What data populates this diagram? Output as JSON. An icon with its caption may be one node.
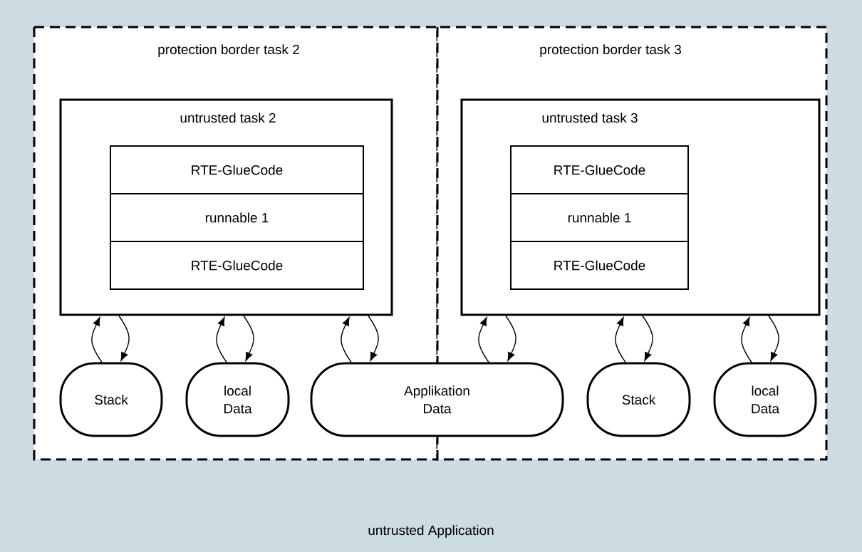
{
  "diagram": {
    "nodes": [
      {
        "text": [
          "untrusted Application"
        ]
      },
      {
        "text": [
          "protection border task 2"
        ],
        "in": 0
      },
      {
        "text": [
          "untrusted task 2"
        ],
        "in": 1
      },
      {
        "text": [
          "RTE-GlueCode"
        ],
        "in": 2
      },
      {
        "text": [
          "runnable 1"
        ],
        "in": 2
      },
      {
        "text": [
          "RTE-GlueCode"
        ],
        "in": 2
      },
      {
        "text": [
          "Stack"
        ],
        "in": 1
      },
      {
        "text": [
          "local Data"
        ],
        "in": 1
      },
      {
        "text": [
          "Applikation Data"
        ],
        "in": 0
      },
      {
        "text": [
          "protection border task 3"
        ],
        "in": 0
      },
      {
        "text": [
          "untrusted task 3"
        ],
        "in": 9
      },
      {
        "text": [
          "RTE-GlueCode"
        ],
        "in": 10
      },
      {
        "text": [
          "runnable 1"
        ],
        "in": 10
      },
      {
        "text": [
          "RTE-GlueCode"
        ],
        "in": 10
      },
      {
        "text": [
          "Stack"
        ],
        "in": 9
      },
      {
        "text": [
          "local Data"
        ],
        "in": 9
      }
    ],
    "edges": [
      {
        "from": 6,
        "to": 2,
        "arrow": "to"
      },
      {
        "from": 2,
        "to": 6,
        "arrow": "to"
      },
      {
        "from": 7,
        "to": 2,
        "arrow": "to"
      },
      {
        "from": 2,
        "to": 7,
        "arrow": "to"
      },
      {
        "from": 8,
        "to": 2,
        "arrow": "to"
      },
      {
        "from": 2,
        "to": 8,
        "arrow": "to"
      },
      {
        "from": 8,
        "to": 10,
        "arrow": "to"
      },
      {
        "from": 10,
        "to": 8,
        "arrow": "to"
      },
      {
        "from": 14,
        "to": 10,
        "arrow": "to"
      },
      {
        "from": 10,
        "to": 14,
        "arrow": "to"
      },
      {
        "from": 15,
        "to": 10,
        "arrow": "to"
      },
      {
        "from": 10,
        "to": 15,
        "arrow": "to"
      }
    ]
  }
}
